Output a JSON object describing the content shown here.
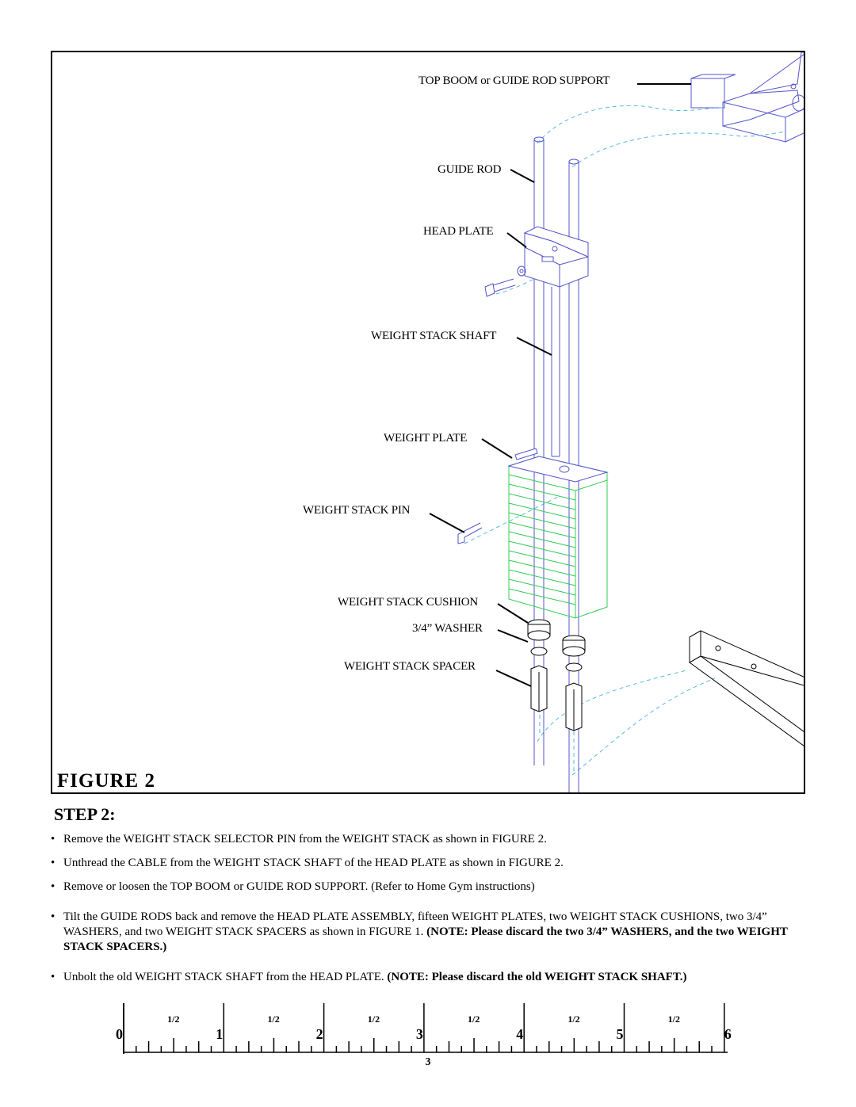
{
  "figure": {
    "title": "FIGURE  2",
    "labels": {
      "top_boom": "TOP BOOM or GUIDE ROD SUPPORT",
      "guide_rod": "GUIDE ROD",
      "head_plate": "HEAD PLATE",
      "weight_stack_shaft": "WEIGHT STACK SHAFT",
      "weight_plate": "WEIGHT PLATE",
      "weight_stack_pin": "WEIGHT STACK PIN",
      "weight_stack_cushion": "WEIGHT STACK CUSHION",
      "washer": "3/4” WASHER",
      "weight_stack_spacer": "WEIGHT STACK SPACER"
    }
  },
  "step": {
    "title": "STEP 2:",
    "bullets": [
      {
        "text": "Remove  the WEIGHT STACK SELECTOR PIN from the WEIGHT STACK as shown in FIGURE 2.",
        "note": ""
      },
      {
        "text": "Unthread the CABLE from the WEIGHT STACK SHAFT of the HEAD PLATE as shown in FIGURE 2.",
        "note": ""
      },
      {
        "text": "Remove or loosen the TOP BOOM or GUIDE ROD SUPPORT. (Refer to Home Gym instructions)",
        "note": ""
      },
      {
        "text": "Tilt the GUIDE RODS back and remove the HEAD PLATE ASSEMBLY, fifteen WEIGHT PLATES, two WEIGHT STACK CUSHIONS, two 3/4” WASHERS, and two WEIGHT STACK SPACERS as shown in FIGURE 1. ",
        "note": "(NOTE: Please discard the two 3/4” WASHERS, and the two WEIGHT STACK SPACERS.)"
      },
      {
        "text": "Unbolt the old WEIGHT STACK SHAFT from the HEAD PLATE. ",
        "note": "(NOTE: Please discard the old WEIGHT STACK SHAFT.)"
      }
    ]
  },
  "ruler": {
    "numbers": [
      "0",
      "1",
      "2",
      "3",
      "4",
      "5",
      "6"
    ],
    "half_label": "1/2"
  },
  "page_number": "3",
  "colors": {
    "line": "#000000",
    "blue_part": "#5555cc",
    "green_part": "#33cc55",
    "dashed": "#55bbdd"
  }
}
